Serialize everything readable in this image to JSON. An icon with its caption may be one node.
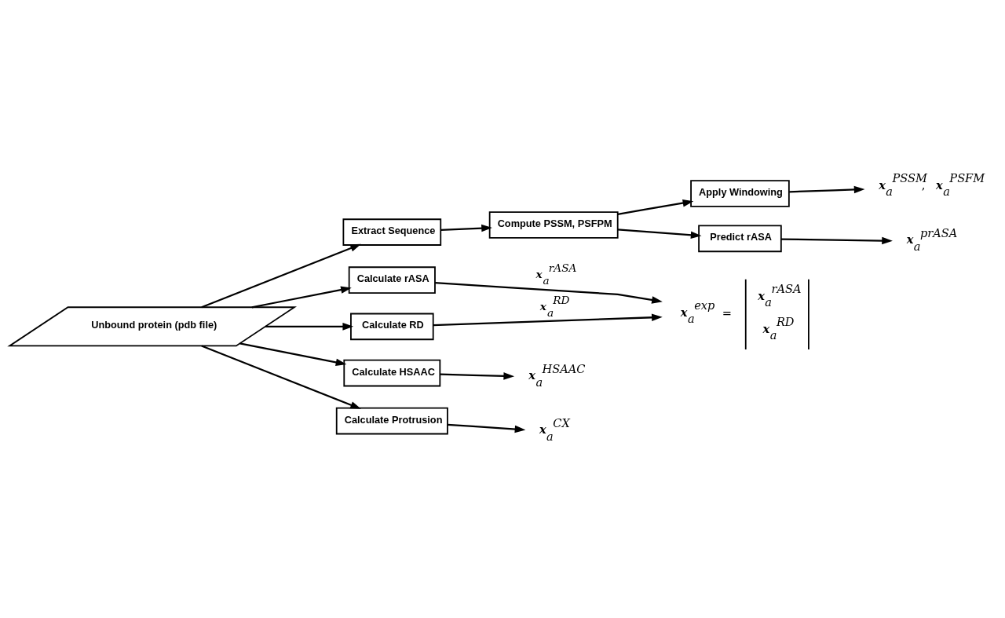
{
  "diagram": {
    "nodes": [
      {
        "text": [
          "Unbound protein (pdb file)"
        ]
      },
      {
        "text": [
          "Extract Sequence"
        ]
      },
      {
        "text": [
          "Compute PSSM, PSFPM"
        ]
      },
      {
        "text": [
          "Apply Windowing"
        ]
      },
      {
        "text": [
          "Predict rASA"
        ]
      },
      {
        "text": [
          "**x**$_{a}$$^{PSSM}$, **x**$_{a}$$^{PSFM}$"
        ]
      },
      {
        "text": [
          "**x**$_{a}$$^{prASA}$"
        ]
      },
      {
        "text": [
          "Calculate rASA"
        ]
      },
      {
        "text": [
          "Calculate RD"
        ]
      },
      {
        "text": [
          "**x**$_{a}$$^{exp}$ =",
          "**x**$_{a}$$^{rASA}$",
          "**x**$_{a}$$^{RD}$"
        ]
      },
      {
        "text": [
          "Calculate HSAAC"
        ]
      },
      {
        "text": [
          "**x**$_{a}$$^{HSAAC}$"
        ]
      },
      {
        "text": [
          "Calculate Protrusion"
        ]
      },
      {
        "text": [
          "**x**$_{a}$$^{CX}$"
        ]
      }
    ],
    "edges": [
      {
        "from": 0,
        "to": 1,
        "arrow": "to"
      },
      {
        "from": 0,
        "to": 7,
        "arrow": "to"
      },
      {
        "from": 0,
        "to": 8,
        "arrow": "to"
      },
      {
        "from": 0,
        "to": 10,
        "arrow": "to"
      },
      {
        "from": 0,
        "to": 12,
        "arrow": "to"
      },
      {
        "from": 1,
        "to": 2,
        "arrow": "to"
      },
      {
        "from": 2,
        "to": 3,
        "arrow": "to"
      },
      {
        "from": 2,
        "to": 4,
        "arrow": "to"
      },
      {
        "from": 3,
        "to": 5,
        "arrow": "to"
      },
      {
        "from": 4,
        "to": 6,
        "arrow": "to"
      },
      {
        "from": 7,
        "to": 9,
        "arrow": "to",
        "label": "**x**$_{a}$$^{rASA}$"
      },
      {
        "from": 8,
        "to": 9,
        "arrow": "to",
        "label": "**x**$_{a}$$^{RD}$"
      },
      {
        "from": 10,
        "to": 11,
        "arrow": "to"
      },
      {
        "from": 12,
        "to": 13,
        "arrow": "to"
      }
    ]
  }
}
